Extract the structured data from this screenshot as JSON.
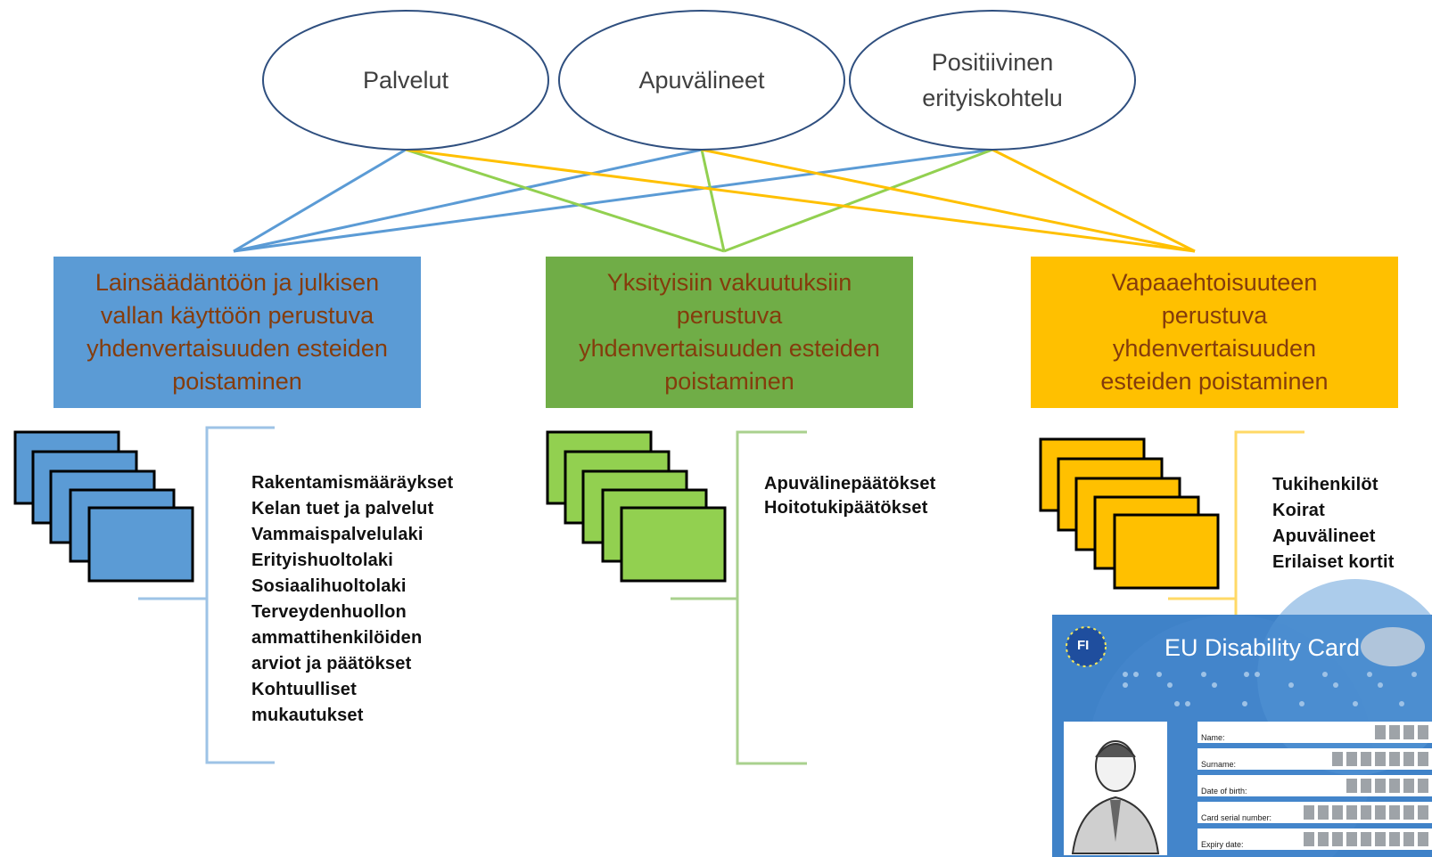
{
  "ellipses": [
    {
      "label": "Palvelut"
    },
    {
      "label": "Apuvälineet"
    },
    {
      "label": "Positiivinen erityiskohtelu"
    }
  ],
  "categories": [
    {
      "label": "Lainsäädäntöön ja julkisen vallan käyttöön perustuva yhdenvertaisuuden esteiden poistaminen",
      "color": "#5b9bd5"
    },
    {
      "label": "Yksityisiin vakuutuksiin perustuva yhdenvertaisuuden esteiden poistaminen",
      "color": "#70ad47"
    },
    {
      "label": "Vapaaehtoisuuteen perustuva yhdenvertaisuuden esteiden poistaminen",
      "color": "#ffc000"
    }
  ],
  "lists": {
    "public": [
      "Rakentamismääräykset",
      "Kelan tuet ja palvelut",
      "Vammaispalvelulaki",
      "Erityishuoltolaki",
      "Sosiaalihuoltolaki",
      "Terveydenhuollon",
      "ammattihenkilöiden",
      "arviot ja päätökset",
      "Kohtuulliset",
      "mukautukset"
    ],
    "insurance": [
      "Apuvälinepäätökset",
      "Hoitotukipäätökset"
    ],
    "voluntary": [
      "Tukihenkilöt",
      "Koirat",
      "Apuvälineet",
      "Erilaiset kortit"
    ]
  },
  "card": {
    "title": "EU Disability Card",
    "country": "FI",
    "fields": [
      "Name:",
      "Surname:",
      "Date of birth:",
      "Card serial number:",
      "Expiry date:"
    ]
  },
  "colors": {
    "blue": "#5b9bd5",
    "green": "#70ad47",
    "orange": "#ffc000",
    "card_blue": "#3f82c8"
  }
}
